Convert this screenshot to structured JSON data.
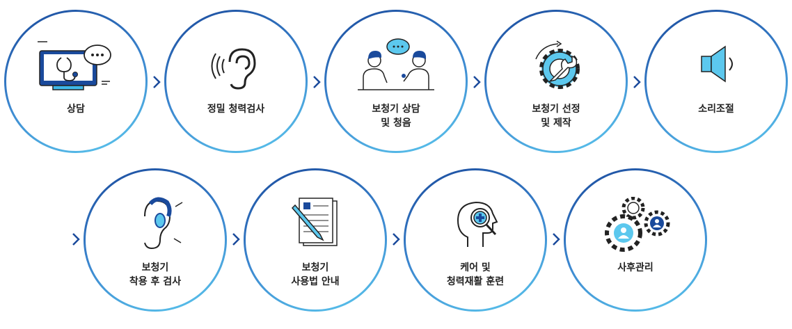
{
  "steps": [
    {
      "icon": "monitor-stethoscope-icon",
      "lines": [
        "상담"
      ]
    },
    {
      "icon": "ear-icon",
      "lines": [
        "정밀 청력검사"
      ]
    },
    {
      "icon": "consultation-icon",
      "lines": [
        "보청기 상담",
        "및 청음"
      ]
    },
    {
      "icon": "gear-wrench-icon",
      "lines": [
        "보청기 선정",
        "및 제작"
      ]
    },
    {
      "icon": "speaker-icon",
      "lines": [
        "소리조절"
      ]
    },
    {
      "icon": "hearing-aid-icon",
      "lines": [
        "보청기",
        "착용 후 검사"
      ]
    },
    {
      "icon": "document-pen-icon",
      "lines": [
        "보청기",
        "사용법 안내"
      ]
    },
    {
      "icon": "head-plus-icon",
      "lines": [
        "케어 및",
        "청력재활 훈련"
      ]
    },
    {
      "icon": "gears-people-icon",
      "lines": [
        "사후관리"
      ]
    }
  ],
  "colors": {
    "dark_blue": "#1a4a9c",
    "light_blue": "#5cc8ee"
  }
}
